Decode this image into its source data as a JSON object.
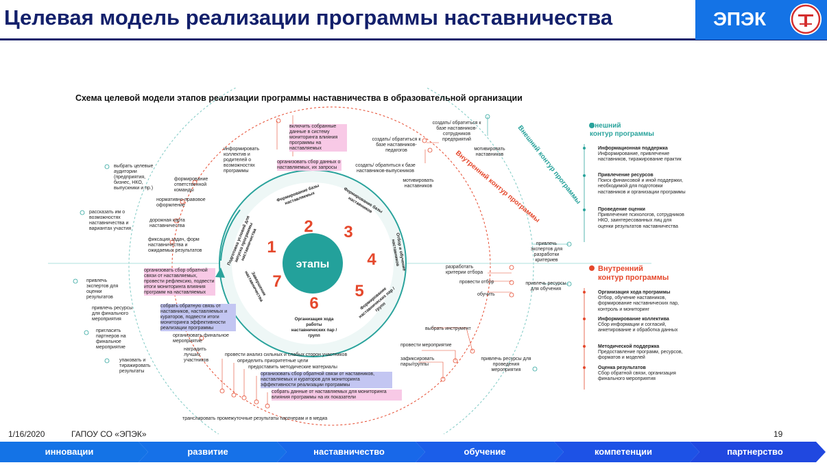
{
  "header": {
    "title": "Целевая модель реализации программы наставничества",
    "brand": "ЭПЭК"
  },
  "diagram": {
    "heading": "Схема целевой модели этапов реализации программы наставничества в образовательной организации",
    "center": "этапы",
    "inner_ring_label": "Внутренний контур программы",
    "outer_ring_label": "Внешний контур программы",
    "stages": [
      {
        "num": "1",
        "label": "Подготовка условий для запуска программы наставничества"
      },
      {
        "num": "2",
        "label": "Формирование базы наставляемых"
      },
      {
        "num": "3",
        "label": "Формирование базы наставников"
      },
      {
        "num": "4",
        "label": "Отбор и обучение наставников"
      },
      {
        "num": "5",
        "label": "Формирование наставнических пар / групп"
      },
      {
        "num": "6",
        "label": "Организация хода работы наставнических пар / групп"
      },
      {
        "num": "7",
        "label": "Завершение наставничества"
      }
    ],
    "notes": {
      "n_top1": "информировать коллектив и родителей о возможностях программы",
      "n_top2": "включить собранные данные в систему мониторинга влияния программы на наставляемых",
      "n_top3": "организовать сбор данных о наставляемых, их запросы",
      "n_top4": "создать/ обратиться к базе наставников-сотрудников предприятий",
      "n_top5": "создать/ обратиться к базе наставников-педагогов",
      "n_top6": "создать/ обратиться к базе наставников-выпускников",
      "n_top7": "мотивировать наставников",
      "n_top8": "мотивировать наставников",
      "n_l1": "выбрать целевые аудитории (предприятия, бизнес, НКО, выпускники и пр.)",
      "n_l2": "формирование ответственной команды",
      "n_l3": "нормативно-правовое оформление",
      "n_l4": "рассказать им о возможностях наставничества и вариантах участия",
      "n_l5": "дорожная карта наставничества",
      "n_l6": "фиксация задач, форм наставничества и ожидаемых результатов",
      "n_l7": "организовать сбор обратной связи от наставляемых, провести рефлексию, подвести итоги мониторинга влияния программ на наставляемых",
      "n_l8": "привлечь экспертов для оценки результатов",
      "n_l9": "собрать обратную связь от наставников, наставляемых и кураторов, подвести итоги мониторинга эффективности реализации программы",
      "n_l10": "привлечь ресурсы для финального мероприятия",
      "n_l11": "организовать финальное мероприятие",
      "n_l12": "пригласить партнеров на финальное мероприятие",
      "n_l13": "наградить лучших участников",
      "n_l14": "упаковать и тиражировать результаты",
      "n_r1": "разработать критерии отбора",
      "n_r2": "провести отбор",
      "n_r3": "обучить",
      "n_r4": "привлечь экспертов для разработки критериев",
      "n_r5": "привлечь ресурсы для обучения",
      "n_r6": "выбрать инструмент",
      "n_r7": "провести мероприятие",
      "n_r8": "зафиксировать пары/группы",
      "n_r9": "привлечь ресурсы для проведения мероприятия",
      "n_b1": "провести анализ сильных и слабых сторон участников",
      "n_b2": "определить приоритетные цели",
      "n_b3": "предоставить методические материалы",
      "n_b4": "организовать сбор обратной связи от наставников, наставляемых и кураторов для мониторинга эффективности реализации программы",
      "n_b5": "собрать данные от наставляемых для мониторинга влияния программы на их показатели",
      "n_b6": "транслировать промежуточные результаты партнерам и в медиа"
    },
    "legend": {
      "outer_title_1": "Внешний",
      "outer_title_2": "контур программы",
      "outer_items": [
        {
          "title": "Информационная поддержка",
          "text": "Информирование, привлечение наставников, тиражирование практик"
        },
        {
          "title": "Привлечение ресурсов",
          "text": "Поиск финансовой и иной поддержки, необходимой для подготовки наставников и организации программы"
        },
        {
          "title": "Проведение оценки",
          "text": "Привлечение психологов, сотрудников НКО, заинтересованных лиц для оценки результатов наставничества"
        }
      ],
      "inner_title_1": "Внутренний",
      "inner_title_2": "контур программы",
      "inner_items": [
        {
          "title": "Организация хода программы",
          "text": "Отбор, обучение наставников, формирование наставнических пар, контроль и мониторинг"
        },
        {
          "title": "Информирование коллектива",
          "text": "Сбор информации и согласий, анкетирование и обработка данных"
        },
        {
          "title": "Методической поддержка",
          "text": "Предоставление программ, ресурсов, форматов и моделей"
        },
        {
          "title": "Оценка результатов",
          "text": "Сбор обратной связи, организация финального мероприятия"
        }
      ]
    }
  },
  "footer": {
    "date": "1/16/2020",
    "org": "ГАПОУ СО «ЭПЭК»",
    "page": "19"
  },
  "nav": [
    "инновации",
    "развитие",
    "наставничество",
    "обучение",
    "компетенции",
    "партнерство"
  ],
  "colors": {
    "navy": "#13206b",
    "brand_blue": "#1473e6",
    "teal": "#1e9d97",
    "red": "#e5482c",
    "pink": "#f8c9e6",
    "lilac": "#c3c6f2"
  }
}
